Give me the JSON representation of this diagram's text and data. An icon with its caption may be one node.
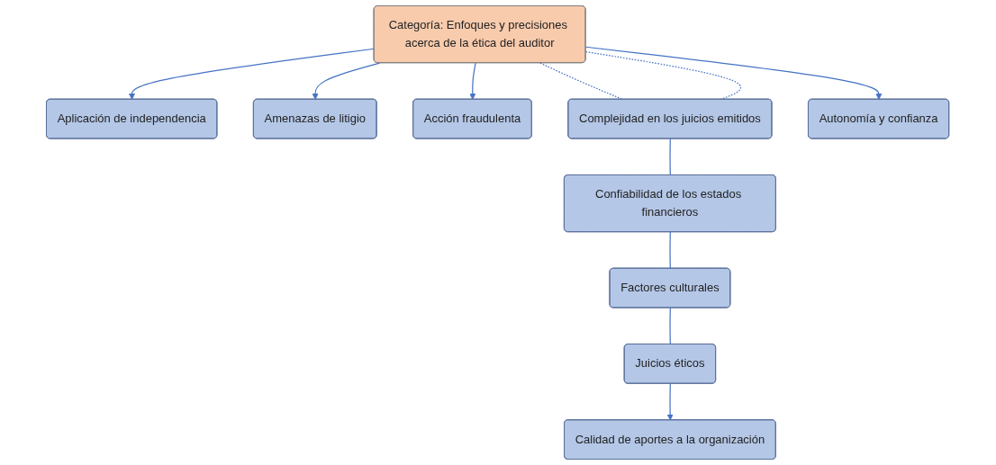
{
  "diagram": {
    "nodes": [
      {
        "text": [
          "Categoría: Enfoques y precisiones acerca de la ética del auditor"
        ]
      },
      {
        "text": [
          "Aplicación de independencia"
        ]
      },
      {
        "text": [
          "Amenazas de litigio"
        ]
      },
      {
        "text": [
          "Acción fraudulenta"
        ]
      },
      {
        "text": [
          "Complejidad en los juicios emitidos"
        ]
      },
      {
        "text": [
          "Confiabilidad de los estados financieros"
        ]
      },
      {
        "text": [
          "Factores culturales"
        ]
      },
      {
        "text": [
          "Juicios éticos"
        ]
      },
      {
        "text": [
          "Calidad de aportes a la organización"
        ]
      },
      {
        "text": [
          "Autonomía y confianza"
        ]
      }
    ],
    "edges": [
      {
        "from": 0,
        "to": 4,
        "arrow": "none",
        "style": "dashed"
      },
      {
        "from": 0,
        "to": 4,
        "arrow": "none",
        "style": "dashed"
      },
      {
        "from": 0,
        "to": 1,
        "arrow": "to"
      },
      {
        "from": 0,
        "to": 2,
        "arrow": "to"
      },
      {
        "from": 0,
        "to": 3,
        "arrow": "to"
      },
      {
        "from": 0,
        "to": 9,
        "arrow": "to"
      },
      {
        "from": 4,
        "to": 5,
        "arrow": "none"
      },
      {
        "from": 5,
        "to": 6,
        "arrow": "none"
      },
      {
        "from": 6,
        "to": 7,
        "arrow": "none"
      },
      {
        "from": 7,
        "to": 8,
        "arrow": "to"
      }
    ]
  }
}
